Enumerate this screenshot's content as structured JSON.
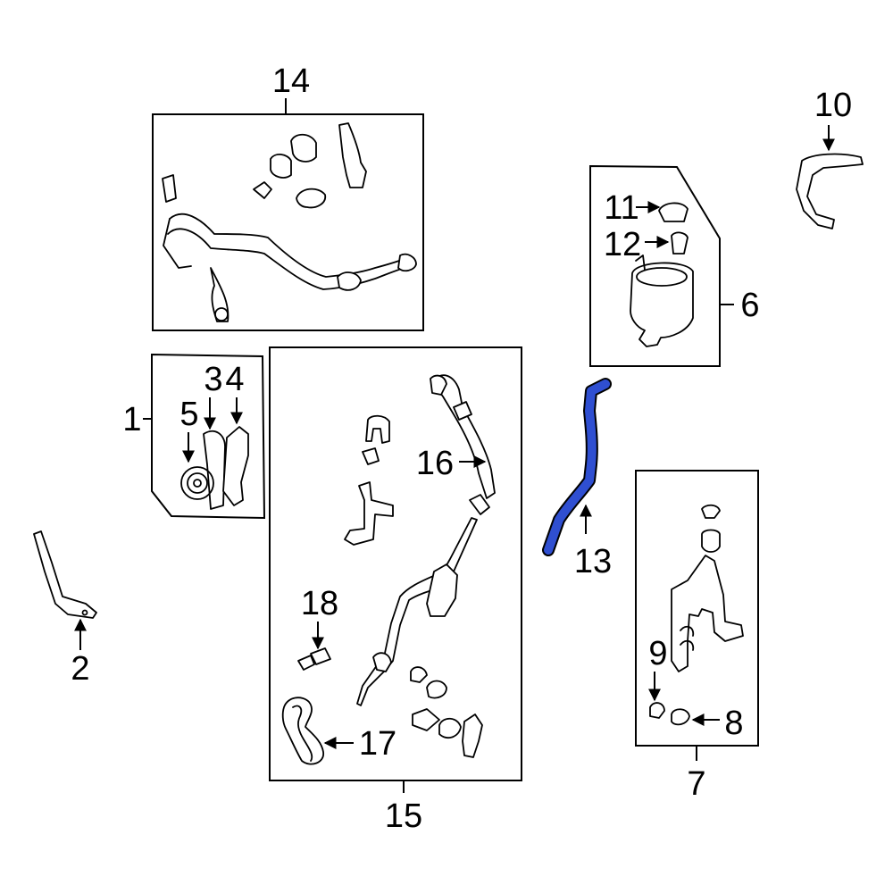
{
  "diagram": {
    "highlight_color": "#2f4fd1",
    "callouts": {
      "c1": "1",
      "c2": "2",
      "c3": "3",
      "c4": "4",
      "c5": "5",
      "c6": "6",
      "c7": "7",
      "c8": "8",
      "c9": "9",
      "c10": "10",
      "c11": "11",
      "c12": "12",
      "c13": "13",
      "c14": "14",
      "c15": "15",
      "c16": "16",
      "c17": "17",
      "c18": "18"
    }
  }
}
